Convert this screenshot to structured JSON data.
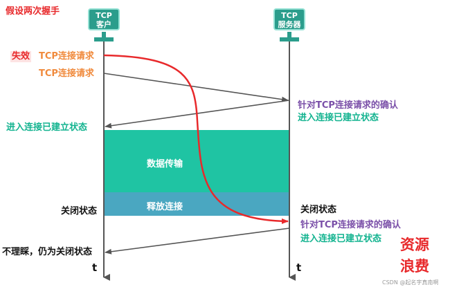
{
  "title": "假设两次握手",
  "client": {
    "line1": "TCP",
    "line2": "客户"
  },
  "server": {
    "line1": "TCP",
    "line2": "服务器"
  },
  "left": {
    "fail": "失效",
    "req1": "TCP连接请求",
    "req2": "TCP连接请求",
    "established": "进入连接已建立状态",
    "closed": "关闭状态",
    "ignore": "不理睬，仍为关闭状态"
  },
  "right": {
    "ack1": "针对TCP连接请求的确认",
    "est1": "进入连接已建立状态",
    "closed": "关闭状态",
    "ack2": "针对TCP连接请求的确认",
    "est2": "进入连接已建立状态"
  },
  "bands": {
    "data": "数据传输",
    "release": "释放连接"
  },
  "time_label": "t",
  "waste": {
    "line1": "资源",
    "line2": "浪费"
  },
  "watermark": "CSDN @起名字真南啊",
  "colors": {
    "band_data": "#1fc4a3",
    "band_release": "#4aa7c1",
    "red_curve": "#e8292b",
    "arrow": "#555555"
  }
}
